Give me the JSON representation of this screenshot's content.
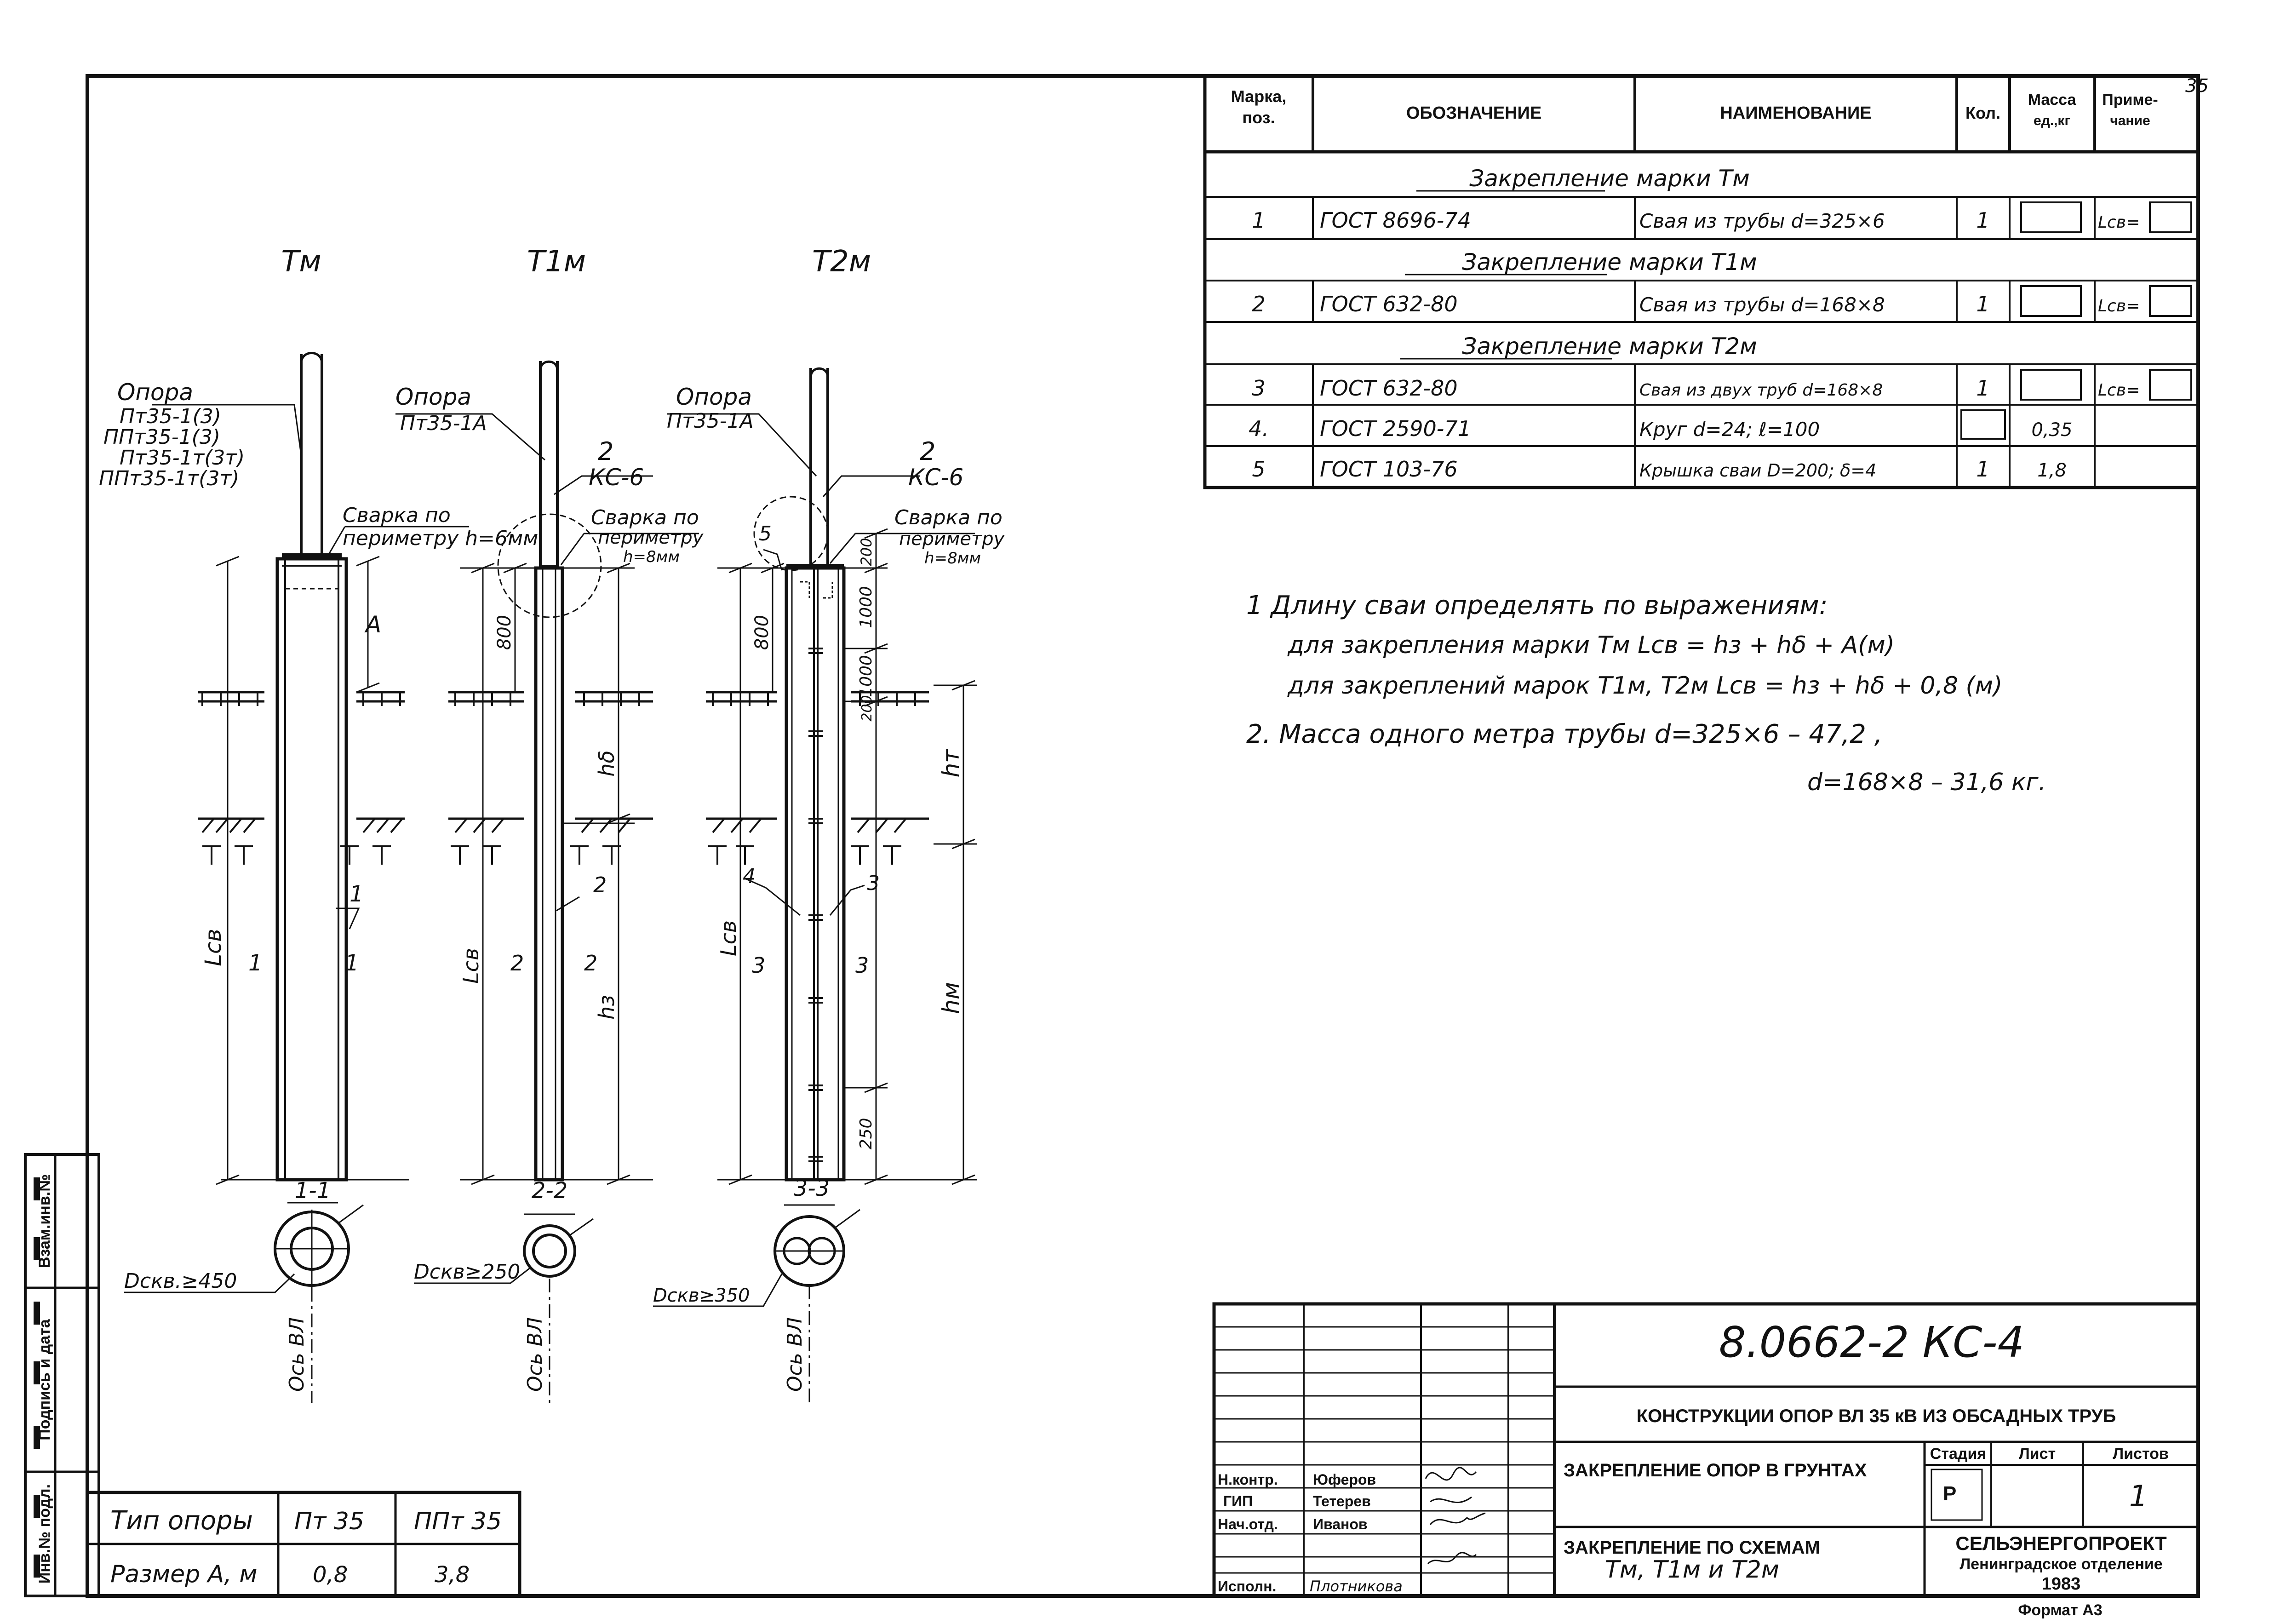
{
  "sheet_number": "35",
  "spec_table": {
    "headers": {
      "mark": "Марка, поз.",
      "designation": "ОБОЗНАЧЕНИЕ",
      "name": "НАИМЕНОВАНИЕ",
      "qty": "Кол.",
      "mass": "Масса ед.,кг",
      "note": "Приме- чание"
    },
    "sections": [
      {
        "title": "Закрепление марки Тм",
        "rows": [
          {
            "pos": "1",
            "designation": "ГОСТ 8696-74",
            "name": "Свая из трубы d=325×6",
            "qty": "1",
            "mass": "",
            "note": "Lсв="
          }
        ]
      },
      {
        "title": "Закрепление марки Т1м",
        "rows": [
          {
            "pos": "2",
            "designation": "ГОСТ 632-80",
            "name": "Свая из трубы d=168×8",
            "qty": "1",
            "mass": "",
            "note": "Lсв="
          }
        ]
      },
      {
        "title": "Закрепление марки Т2м",
        "rows": [
          {
            "pos": "3",
            "designation": "ГОСТ 632-80",
            "name": "Свая из двух труб d=168×8",
            "qty": "1",
            "mass": "",
            "note": "Lсв="
          },
          {
            "pos": "4.",
            "designation": "ГОСТ 2590-71",
            "name": "Круг d=24; ℓ=100",
            "qty": "",
            "mass": "0,35",
            "note": ""
          },
          {
            "pos": "5",
            "designation": "ГОСТ 103-76",
            "name": "Крышка сваи D=200; δ=4",
            "qty": "1",
            "mass": "1,8",
            "note": ""
          }
        ]
      }
    ]
  },
  "notes": {
    "n1_line1": "1  Длину сваи определять по выражениям:",
    "n1_line2": "для закрепления марки Тм    Lсв = hз + hδ + A(м)",
    "n1_line3": "для закреплений марок Т1м, Т2м   Lсв = hз + hδ + 0,8 (м)",
    "n2_line1": "2. Масса одного метра трубы d=325×6 – 47,2 ,",
    "n2_line2": "d=168×8 – 31,6 кг."
  },
  "drawings": {
    "labels": {
      "tm": "Тм",
      "t1m": "Т1м",
      "t2m": "Т2м"
    },
    "tm": {
      "support": [
        "Опора",
        "Пт35-1(3)",
        "ППт35-1(3)",
        "Пт35-1т(3т)",
        "ППт35-1т(3т)"
      ],
      "weld": [
        "Сварка по",
        "периметру h=6мм"
      ],
      "dim_a": "A",
      "dim_lsv": "Lсв",
      "pos": "1",
      "section": "1-1",
      "diameter": "Dскв.≥450",
      "axis": "Ось ВЛ"
    },
    "t1m": {
      "support": [
        "Опора",
        "Пт35-1А"
      ],
      "node": [
        "2",
        "КС-6"
      ],
      "weld": [
        "Сварка по",
        "периметру",
        "h=8мм"
      ],
      "dim_800": "800",
      "dim_hb": "hδ",
      "dim_hz": "hз",
      "dim_lsv": "Lсв",
      "pos": "2",
      "section": "2-2",
      "diameter": "Dскв≥250",
      "axis": "Ось ВЛ"
    },
    "t2m": {
      "support": [
        "Опора",
        "Пт35-1А"
      ],
      "node": [
        "2",
        "КС-6"
      ],
      "weld": [
        "Сварка по",
        "периметру",
        "h=8мм"
      ],
      "callout": "5",
      "dims": [
        "200",
        "1000",
        "1000",
        "200",
        "800",
        "250"
      ],
      "dim_ht": "hт",
      "dim_hm": "hм",
      "dim_lsv": "Lсв",
      "pos_left": "4",
      "pos_right": "3",
      "pos_3": "3",
      "section": "3-3",
      "diameter": "Dскв≥350",
      "axis": "Ось ВЛ"
    }
  },
  "type_table": {
    "row1": [
      "Тип опоры",
      "Пт 35",
      "ППт 35"
    ],
    "row2": [
      "Размер А, м",
      "0,8",
      "3,8"
    ]
  },
  "side_stamp": [
    "Инв.№ подл.",
    "Подпись и дата",
    "Взам.инв.№"
  ],
  "title_block": {
    "code": "8.0662-2 КС-4",
    "project": "КОНСТРУКЦИИ ОПОР ВЛ 35 кВ ИЗ ОБСАДНЫХ ТРУБ",
    "sheet_title": "ЗАКРЕПЛЕНИЕ ОПОР В ГРУНТАХ",
    "drawing_title_1": "ЗАКРЕПЛЕНИЕ ПО СХЕМАМ",
    "drawing_title_2": "Тм, Т1м и Т2м",
    "stage_label": "Стадия",
    "sheet_label": "Лист",
    "sheets_label": "Листов",
    "stage": "Р",
    "sheet": "",
    "sheets": "1",
    "org": "СЕЛЬЭНЕРГОПРОЕКТ",
    "dept": "Ленинградское отделение",
    "year": "1983",
    "format": "Формат А3",
    "people": [
      {
        "role": "Н.контр.",
        "name": "Юферов"
      },
      {
        "role": "ГИП",
        "name": "Тетерев"
      },
      {
        "role": "Нач.отд.",
        "name": "Иванов"
      },
      {
        "role": "Исполн.",
        "name": "Плотникова"
      }
    ]
  }
}
